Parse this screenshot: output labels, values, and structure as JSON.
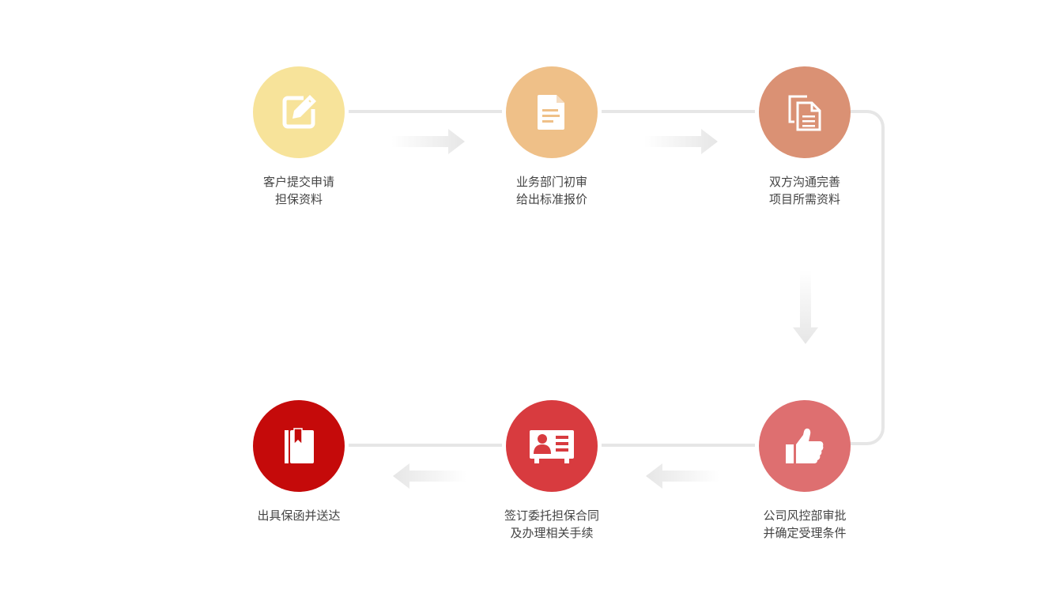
{
  "colors": {
    "connector": "#e6e6e6",
    "arrow": "#e6e6e6",
    "text": "#444444"
  },
  "steps": [
    {
      "line1": "客户提交申请",
      "line2": "担保资料",
      "icon": "edit-icon",
      "color": "#f7e39a"
    },
    {
      "line1": "业务部门初审",
      "line2": "给出标准报价",
      "icon": "document-icon",
      "color": "#efc088"
    },
    {
      "line1": "双方沟通完善",
      "line2": "项目所需资料",
      "icon": "copy-icon",
      "color": "#da9174"
    },
    {
      "line1": "公司风控部审批",
      "line2": "并确定受理条件",
      "icon": "thumbs-up-icon",
      "color": "#de6f70"
    },
    {
      "line1": "签订委托担保合同",
      "line2": "及办理相关手续",
      "icon": "id-card-icon",
      "color": "#d83b3f"
    },
    {
      "line1": "出具保函并送达",
      "line2": "",
      "icon": "bookmark-book-icon",
      "color": "#c50a0a"
    }
  ]
}
